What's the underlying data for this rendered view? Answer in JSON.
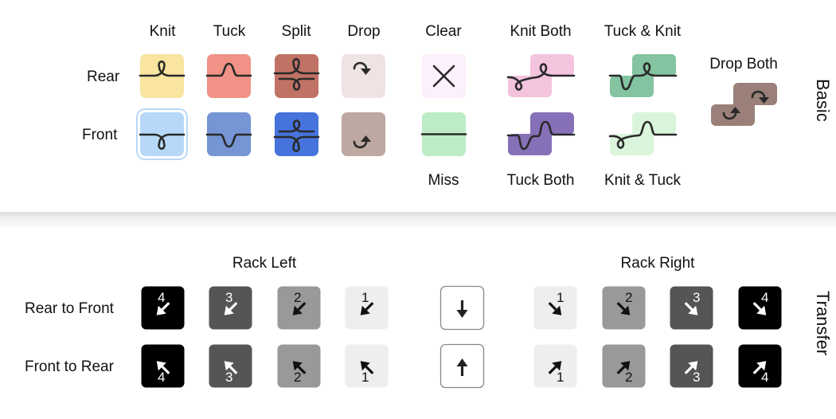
{
  "basic": {
    "section_label": "Basic",
    "row_labels": {
      "rear": "Rear",
      "front": "Front"
    },
    "columns": {
      "knit": "Knit",
      "tuck": "Tuck",
      "split": "Split",
      "drop": "Drop",
      "clear": "Clear",
      "miss": "Miss",
      "knit_both": "Knit Both",
      "tuck_both": "Tuck Both",
      "tuck_knit": "Tuck & Knit",
      "knit_tuck": "Knit & Tuck",
      "drop_both": "Drop Both"
    },
    "tiles": [
      {
        "id": "knit-rear",
        "glyph": "knit",
        "flip": false,
        "color": "#f9e4a0",
        "selected": false
      },
      {
        "id": "tuck-rear",
        "glyph": "tuck",
        "flip": false,
        "color": "#f09285",
        "selected": false
      },
      {
        "id": "split-rear",
        "glyph": "split",
        "flip": false,
        "color": "#c07265",
        "selected": false
      },
      {
        "id": "drop-rear",
        "glyph": "drop",
        "flip": false,
        "color": "#efe4e2",
        "selected": false
      },
      {
        "id": "clear",
        "glyph": "x",
        "flip": false,
        "color": "#fcf0fc",
        "selected": false
      },
      {
        "id": "knit-front",
        "glyph": "knit",
        "flip": true,
        "color": "#b8d8f8",
        "selected": true
      },
      {
        "id": "tuck-front",
        "glyph": "tuck",
        "flip": true,
        "color": "#7595d5",
        "selected": false
      },
      {
        "id": "split-front",
        "glyph": "split",
        "flip": true,
        "color": "#4673dc",
        "selected": false
      },
      {
        "id": "drop-front",
        "glyph": "drop",
        "flip": true,
        "color": "#bea8a2",
        "selected": false
      },
      {
        "id": "miss",
        "glyph": "line",
        "flip": false,
        "color": "#bcecc6",
        "selected": false
      },
      {
        "id": "knit-both",
        "glyph": "knitboth",
        "color": "#f4c3de"
      },
      {
        "id": "tuck-knit",
        "glyph": "tuckknit",
        "color": "#84c4a0"
      },
      {
        "id": "tuck-both",
        "glyph": "tuckboth",
        "color": "#8670b8"
      },
      {
        "id": "knit-tuck",
        "glyph": "knittuck",
        "color": "#daf5dc"
      },
      {
        "id": "drop-both",
        "glyph": "dropboth",
        "color": "#9a8079"
      }
    ]
  },
  "transfer": {
    "section_label": "Transfer",
    "rack_left": "Rack Left",
    "rack_right": "Rack Right",
    "row_labels": {
      "r2f": "Rear to Front",
      "f2r": "Front to Rear"
    },
    "rack_left_tiles": [
      {
        "n": "4",
        "bg": "#000000",
        "fg": "#ffffff"
      },
      {
        "n": "3",
        "bg": "#555555",
        "fg": "#ffffff"
      },
      {
        "n": "2",
        "bg": "#999999",
        "fg": "#111111"
      },
      {
        "n": "1",
        "bg": "#eeeeee",
        "fg": "#111111"
      }
    ],
    "rack_right_tiles": [
      {
        "n": "1",
        "bg": "#eeeeee",
        "fg": "#111111"
      },
      {
        "n": "2",
        "bg": "#999999",
        "fg": "#111111"
      },
      {
        "n": "3",
        "bg": "#555555",
        "fg": "#ffffff"
      },
      {
        "n": "4",
        "bg": "#000000",
        "fg": "#ffffff"
      }
    ],
    "center_bg": "#ffffff"
  }
}
